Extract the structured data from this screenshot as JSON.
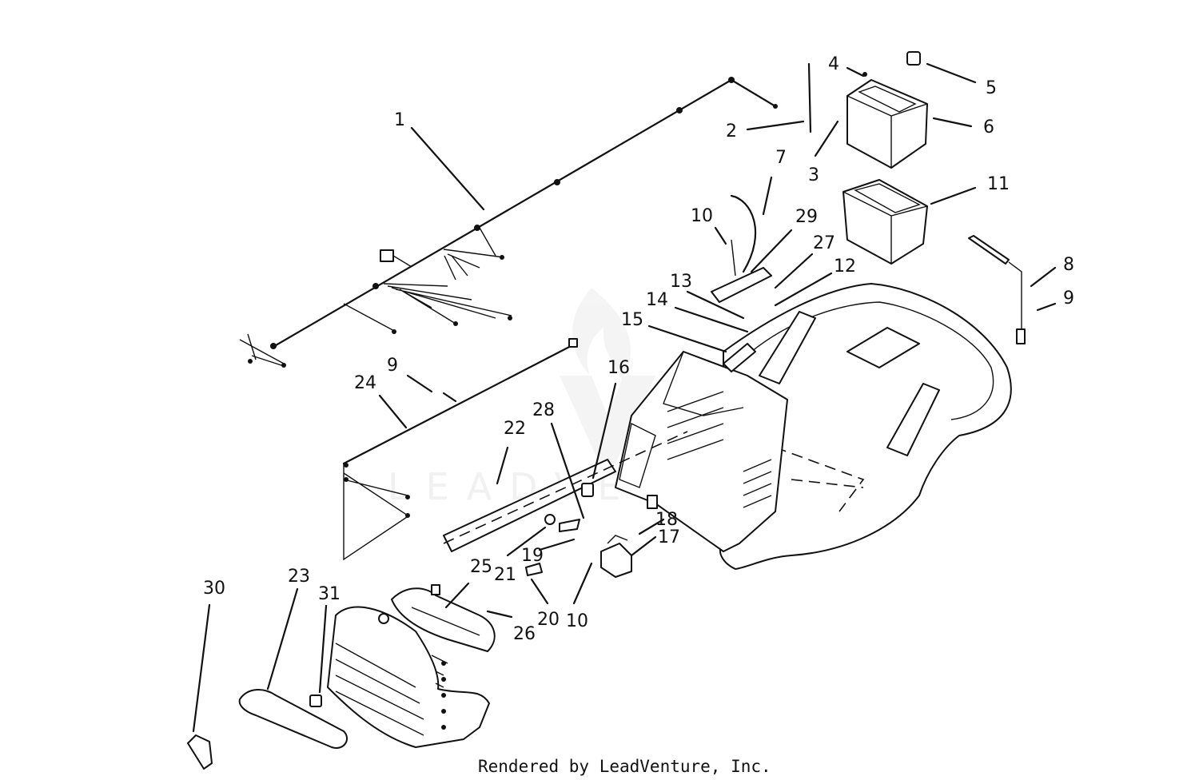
{
  "footer": "Rendered by LeadVenture, Inc.",
  "watermark": "LEADVENTURE",
  "callouts": [
    "1",
    "2",
    "3",
    "4",
    "5",
    "6",
    "7",
    "8",
    "9",
    "9",
    "10",
    "10",
    "11",
    "12",
    "13",
    "14",
    "15",
    "16",
    "17",
    "18",
    "19",
    "20",
    "21",
    "22",
    "23",
    "24",
    "25",
    "26",
    "27",
    "28",
    "29",
    "30",
    "31"
  ]
}
